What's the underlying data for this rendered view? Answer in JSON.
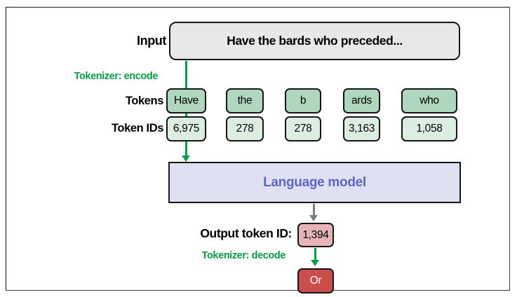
{
  "figure": {
    "labels": {
      "input": "Input",
      "encode": "Tokenizer: encode",
      "tokens": "Tokens",
      "token_ids": "Token IDs",
      "output": "Output token ID:",
      "decode": "Tokenizer: decode"
    },
    "input_text": "Have the bards who preceded...",
    "tokens": [
      "Have",
      "the",
      "b",
      "ards",
      "who"
    ],
    "token_ids": [
      "6,975",
      "278",
      "278",
      "3,163",
      "1,058"
    ],
    "model_label": "Language model",
    "output_token_id": "1,394",
    "output_token": "Or",
    "colors": {
      "token_box_fill": "#aed7bd",
      "token_id_box_fill": "#dceee2",
      "input_box_fill": "#e8e8e8",
      "model_box_fill": "#dfe1f3",
      "model_text": "#5a67c4",
      "output_id_box_fill": "#e6b4b6",
      "output_token_box_fill": "#ca4e4d",
      "accent_green": "#089a45",
      "arrow_gray": "#7e7e7e"
    }
  }
}
